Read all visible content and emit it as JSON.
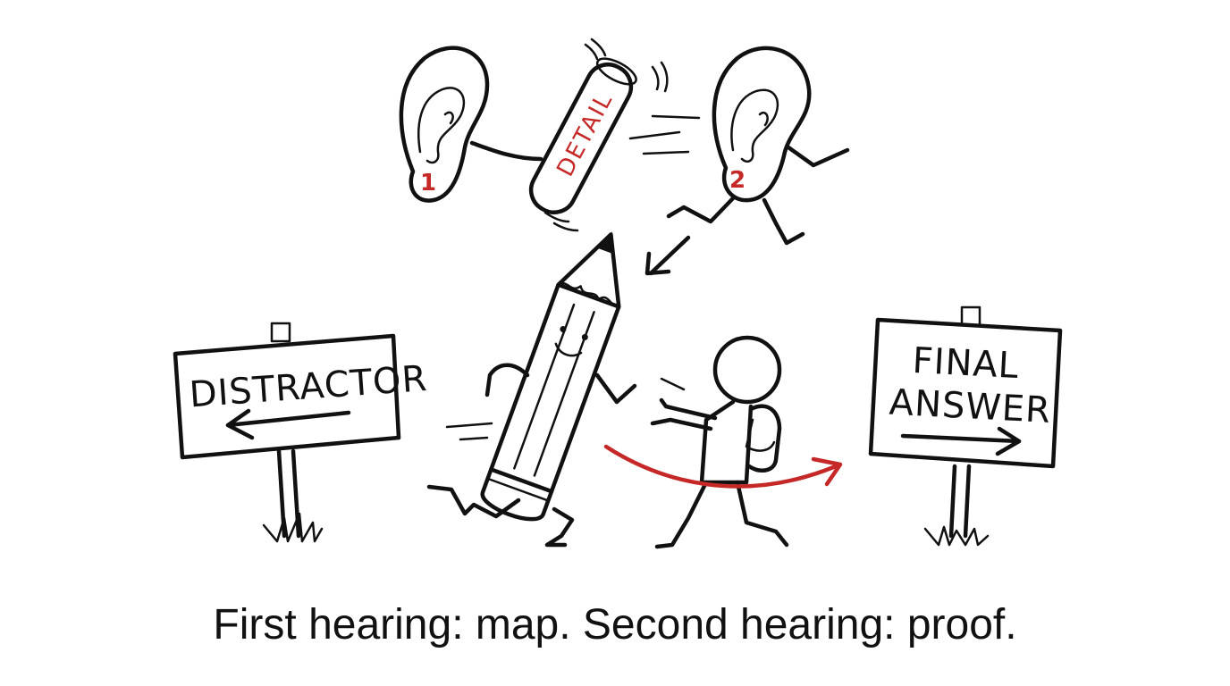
{
  "ears": {
    "first_number": "1",
    "second_number": "2"
  },
  "detail_tube": {
    "label": "DETAIL"
  },
  "signs": {
    "left": {
      "text": "DISTRACTOR",
      "arrow_direction": "left"
    },
    "right": {
      "line1": "FINAL",
      "line2": "ANSWER",
      "arrow_direction": "right"
    }
  },
  "caption": "First hearing: map. Second hearing: proof.",
  "colors": {
    "ink": "#111111",
    "accent_red": "#c62828",
    "background": "#ffffff"
  },
  "icons": [
    "ear-icon",
    "pencil-character",
    "stick-figure-with-backpack",
    "signpost"
  ]
}
